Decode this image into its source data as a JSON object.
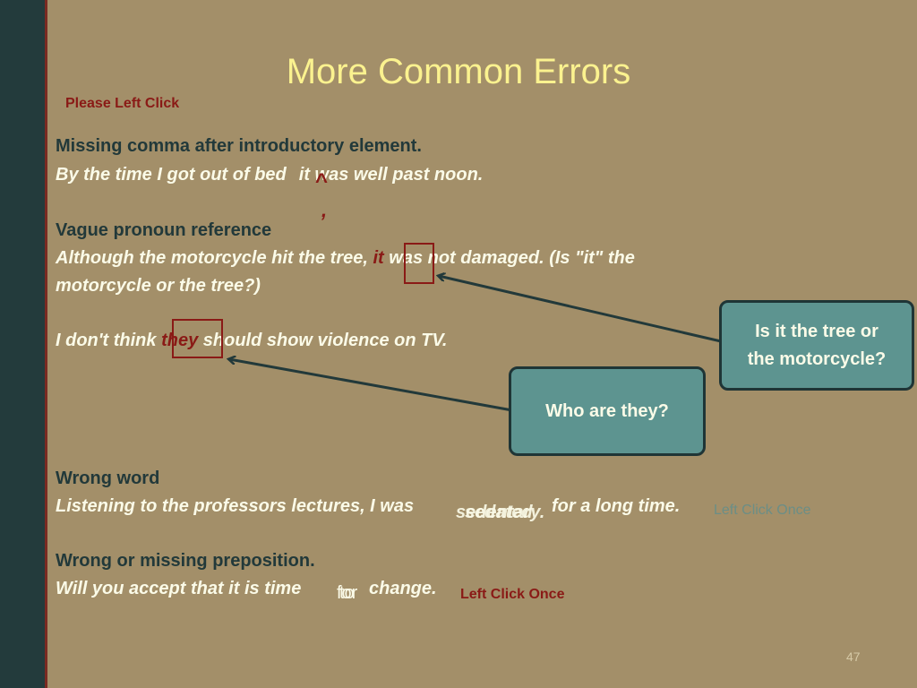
{
  "slide": {
    "title": "More Common Errors",
    "click_hint": "Please Left Click",
    "page_number": "47",
    "colors": {
      "background": "#a38f69",
      "sidebar": "#233b3c",
      "title": "#fbf28f",
      "heading": "#22393a",
      "example": "#fbfbe8",
      "highlight": "#8a1a16",
      "callout": "#5d9490"
    }
  },
  "sections": {
    "missing_comma": {
      "heading": "Missing comma after introductory element.",
      "example_before": "By the time I got out of bed",
      "example_after": "it was well past noon.",
      "caret": "^",
      "inserted": ","
    },
    "vague_pronoun": {
      "heading": "Vague pronoun reference",
      "ex1_before": "Although the motorcycle hit the tree,",
      "ex1_highlight": "it",
      "ex1_after": "was not damaged. (Is \"it\" the",
      "ex1_line2": "motorcycle or the tree?)",
      "ex2_before": "I don't think",
      "ex2_highlight": "they",
      "ex2_after": "should show violence on TV."
    },
    "wrong_word": {
      "heading": "Wrong word",
      "example_before": "Listening to the professors lectures, I was",
      "word_a": "sedentary.",
      "word_b": "sedated",
      "example_after": "for a long time.",
      "hint": "Left Click Once"
    },
    "preposition": {
      "heading": "Wrong or missing preposition.",
      "example_before": "Will you accept that it is time",
      "word_a": "for",
      "word_b": "to",
      "example_after": "change.",
      "hint": "Left Click Once"
    }
  },
  "callouts": {
    "tree_or_motorcycle_l1": "Is it the tree or",
    "tree_or_motorcycle_l2": "the motorcycle?",
    "who_are_they": "Who are they?"
  }
}
